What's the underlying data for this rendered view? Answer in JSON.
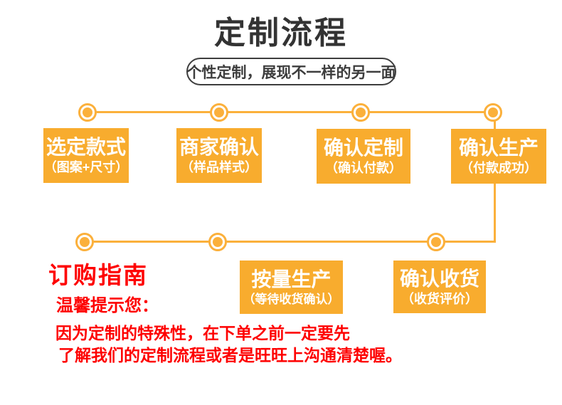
{
  "colors": {
    "accent": "#F8AC2E",
    "line": "#FBB03B",
    "notice_red": "#FE0000",
    "title_ink": "#333333"
  },
  "header": {
    "title": "定制流程",
    "tagline": "个性定制，展现不一样的另一面"
  },
  "flow": {
    "steps": [
      {
        "title": "选定款式",
        "subtitle": "（图案+尺寸）"
      },
      {
        "title": "商家确认",
        "subtitle": "（样品样式）"
      },
      {
        "title": "确认定制",
        "subtitle": "（确认付款）"
      },
      {
        "title": "确认生产",
        "subtitle": "（付款成功）"
      },
      {
        "title": "按量生产",
        "subtitle": "（等待收货确认）"
      },
      {
        "title": "确认收货",
        "subtitle": "（收货评价）"
      }
    ]
  },
  "guide": {
    "heading": "订购指南",
    "notice_label": "温馨提示您：",
    "lines": [
      "因为定制的特殊性，在下单之前一定要先",
      "了解我们的定制流程或者是旺旺上沟通清楚喔。"
    ]
  }
}
